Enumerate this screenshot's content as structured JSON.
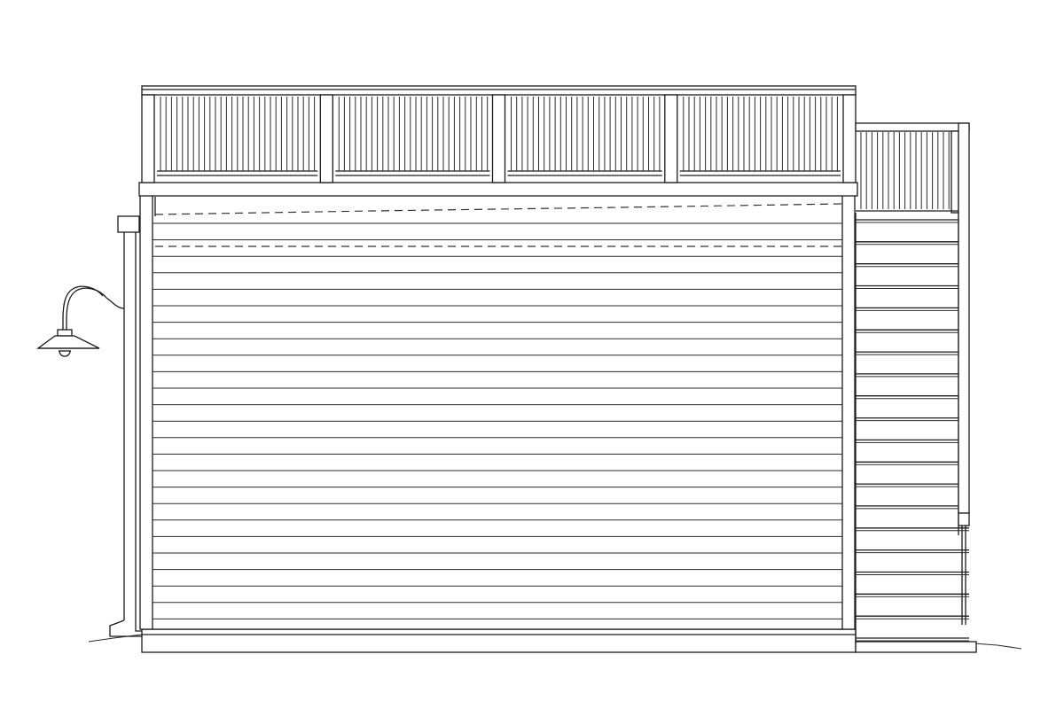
{
  "drawing": {
    "view": "side elevation",
    "line_color": "#1a1a1a",
    "background": "#ffffff",
    "elements": {
      "roof_railing": {
        "sections": 4
      },
      "wall_siding": {
        "style": "horizontal lap siding"
      },
      "exterior_stair": {
        "visible_treads": 20
      },
      "barn_light": {
        "icon": "gooseneck-barn-light-icon"
      }
    }
  }
}
